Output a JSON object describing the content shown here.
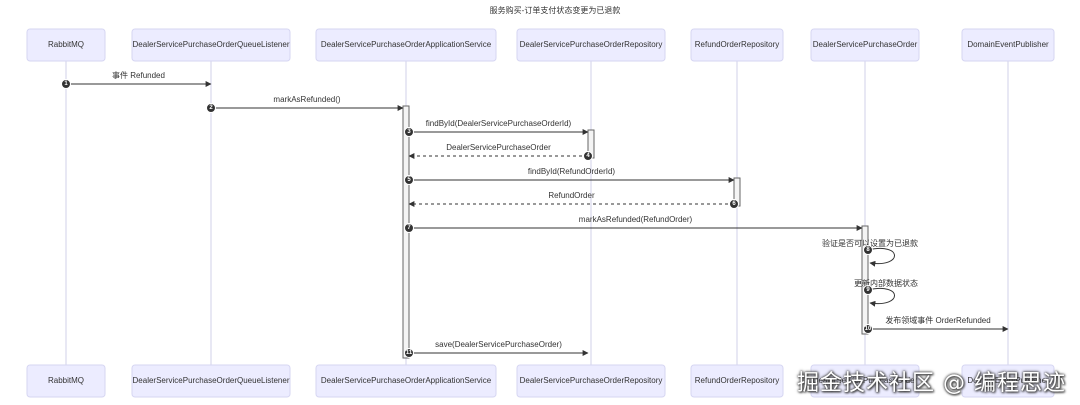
{
  "title": "服务购买-订单支付状态变更为已退款",
  "participants": [
    {
      "id": "mq",
      "label": "RabbitMQ"
    },
    {
      "id": "listener",
      "label": "DealerServicePurchaseOrderQueueListener"
    },
    {
      "id": "app",
      "label": "DealerServicePurchaseOrderApplicationService"
    },
    {
      "id": "repo",
      "label": "DealerServicePurchaseOrderRepository"
    },
    {
      "id": "refundRepo",
      "label": "RefundOrderRepository"
    },
    {
      "id": "order",
      "label": "DealerServicePurchaseOrder"
    },
    {
      "id": "publisher",
      "label": "DomainEventPublisher"
    }
  ],
  "messages": [
    {
      "num": "1",
      "from": "mq",
      "to": "listener",
      "label": "事件 Refunded",
      "style": "solid"
    },
    {
      "num": "2",
      "from": "listener",
      "to": "app",
      "label": "markAsRefunded()",
      "style": "solid"
    },
    {
      "num": "3",
      "from": "app",
      "to": "repo",
      "label": "findById(DealerServicePurchaseOrderId)",
      "style": "solid"
    },
    {
      "num": "4",
      "from": "repo",
      "to": "app",
      "label": "DealerServicePurchaseOrder",
      "style": "dashed"
    },
    {
      "num": "5",
      "from": "app",
      "to": "refundRepo",
      "label": "findById(RefundOrderId)",
      "style": "solid"
    },
    {
      "num": "6",
      "from": "refundRepo",
      "to": "app",
      "label": "RefundOrder",
      "style": "dashed"
    },
    {
      "num": "7",
      "from": "app",
      "to": "order",
      "label": "markAsRefunded(RefundOrder)",
      "style": "solid"
    },
    {
      "num": "8",
      "from": "order",
      "to": "order",
      "label": "验证是否可以设置为已退款",
      "style": "self"
    },
    {
      "num": "9",
      "from": "order",
      "to": "order",
      "label": "更新内部数据状态",
      "style": "self"
    },
    {
      "num": "10",
      "from": "order",
      "to": "publisher",
      "label": "发布领域事件 OrderRefunded",
      "style": "solid"
    },
    {
      "num": "11",
      "from": "app",
      "to": "repo",
      "label": "save(DealerServicePurchaseOrder)",
      "style": "solid"
    }
  ],
  "watermark": "掘金技术社区 @ 编程思迹"
}
